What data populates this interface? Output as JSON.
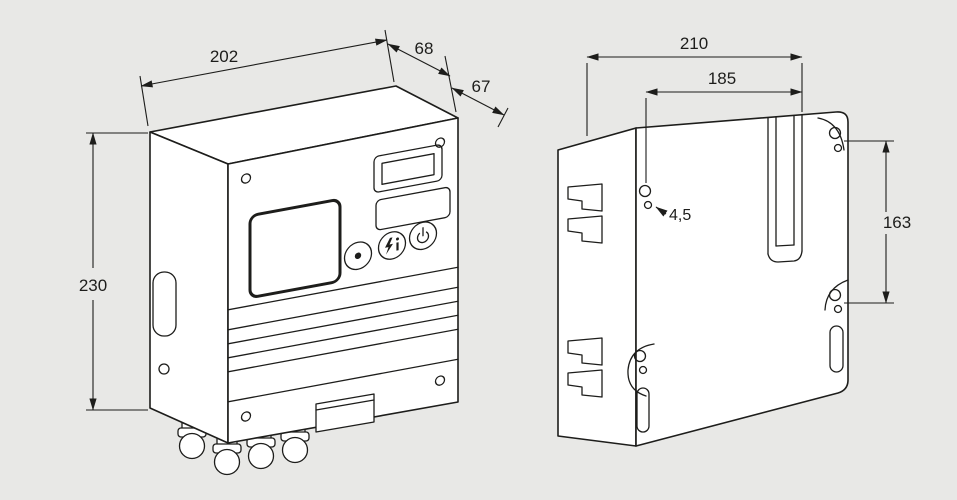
{
  "background_color": "#e8e8e6",
  "line_color": "#1d1d1b",
  "front_view": {
    "dimensions": {
      "width": "202",
      "depth_rear": "68",
      "depth_front": "67",
      "height": "230"
    },
    "buttons": [
      {
        "icon": "reset-dot-icon"
      },
      {
        "icon": "flash-info-icon"
      },
      {
        "icon": "power-icon"
      }
    ]
  },
  "back_view": {
    "dimensions": {
      "overall_width": "210",
      "hole_spacing_horizontal": "185",
      "hole_spacing_vertical": "163",
      "hole_diameter": "4,5"
    }
  }
}
